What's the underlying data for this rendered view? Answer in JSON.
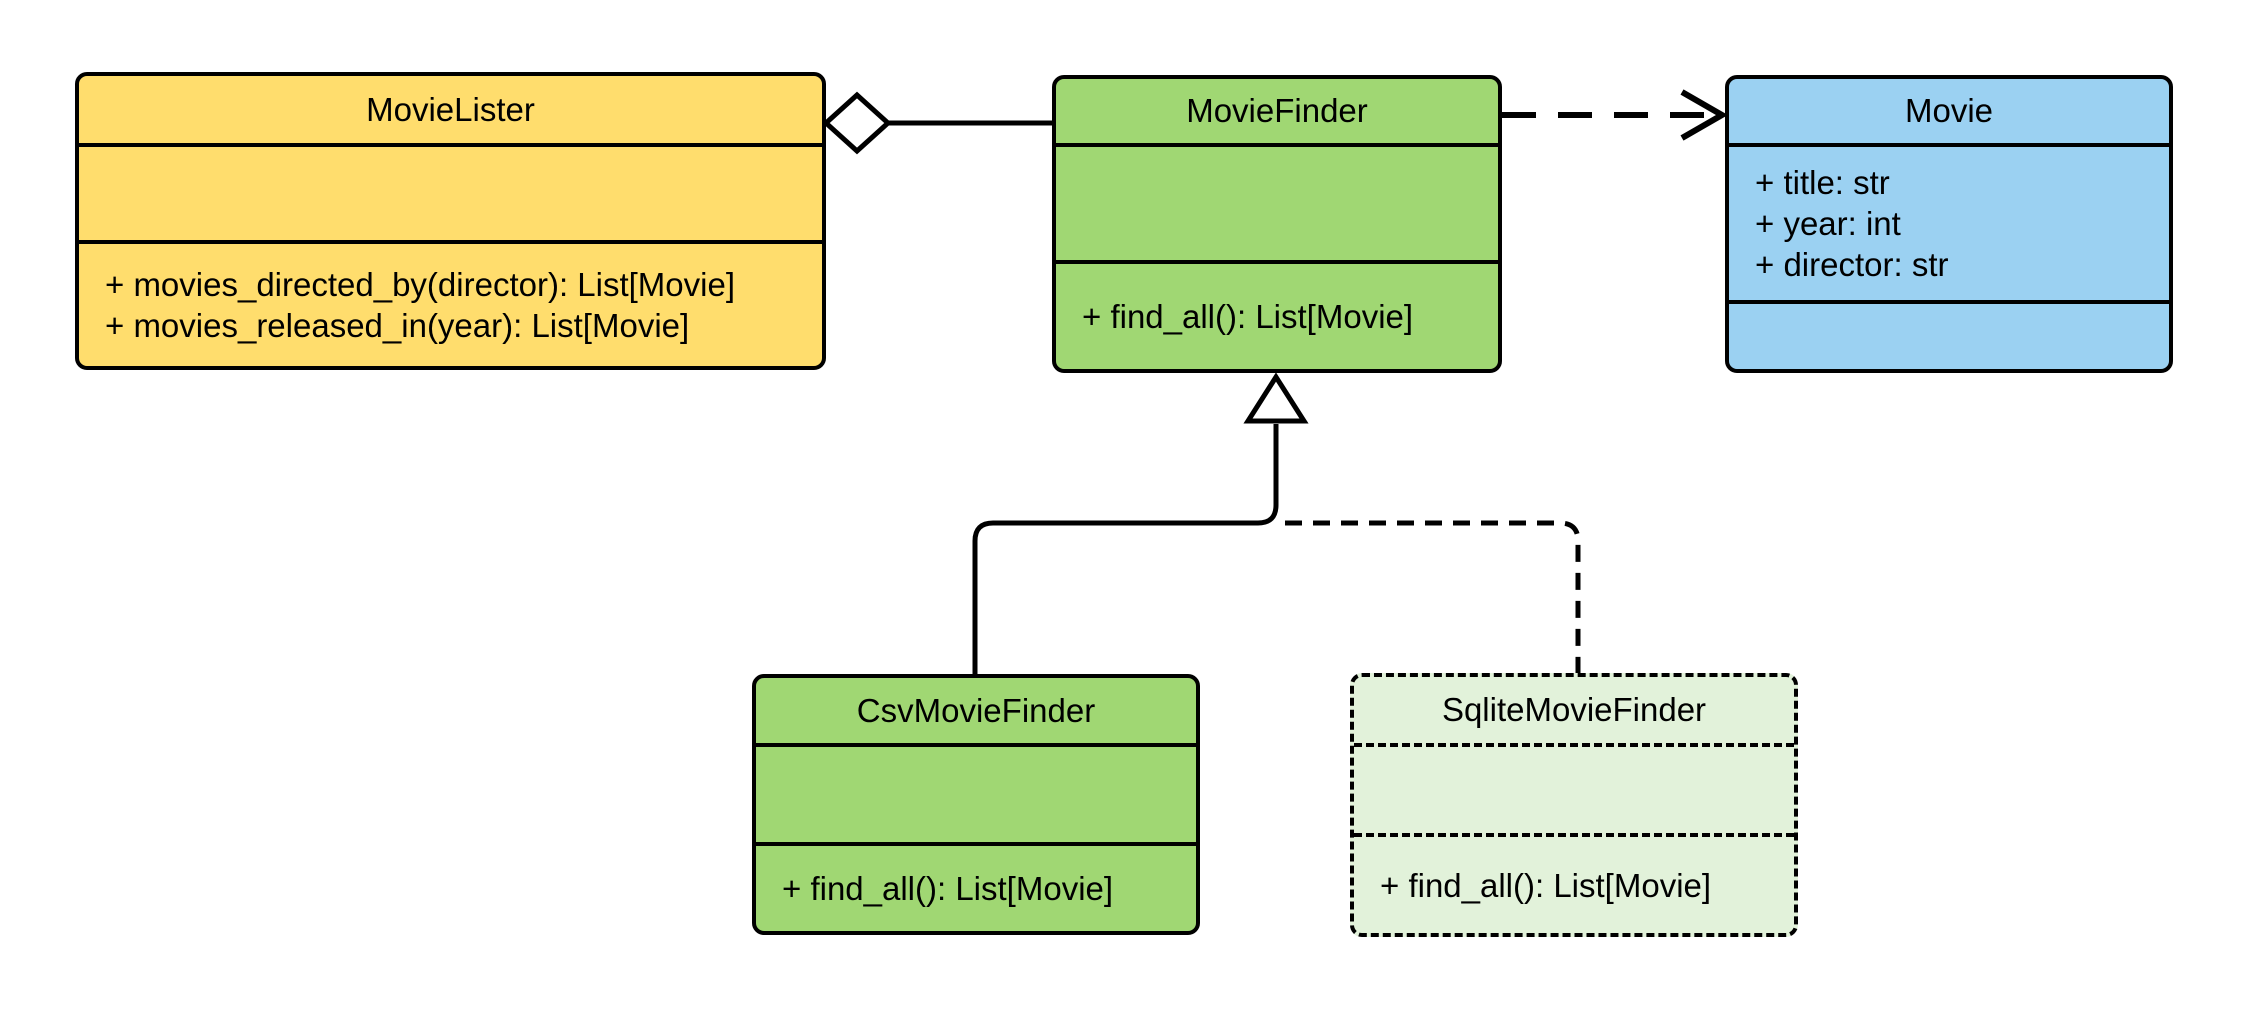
{
  "diagram": {
    "kind": "uml-class-diagram",
    "background_color": "#ffffff",
    "line_color": "#000000",
    "classes": [
      {
        "name": "MovieLister",
        "fill": "#FFDD6D",
        "border_style": "solid",
        "attributes": [],
        "methods": [
          "+ movies_directed_by(director): List[Movie]",
          "+ movies_released_in(year): List[Movie]"
        ]
      },
      {
        "name": "MovieFinder",
        "fill": "#A0D773",
        "border_style": "solid",
        "attributes": [],
        "methods": [
          "+ find_all(): List[Movie]"
        ]
      },
      {
        "name": "Movie",
        "fill": "#9BD1F2",
        "border_style": "solid",
        "attributes": [
          "+ title: str",
          "+ year: int",
          "+ director: str"
        ],
        "methods": []
      },
      {
        "name": "CsvMovieFinder",
        "fill": "#A0D773",
        "border_style": "solid",
        "attributes": [],
        "methods": [
          "+ find_all(): List[Movie]"
        ]
      },
      {
        "name": "SqliteMovieFinder",
        "fill": "#E2F2DA",
        "border_style": "dashed",
        "attributes": [],
        "methods": [
          "+ find_all(): List[Movie]"
        ]
      }
    ],
    "relationships": [
      {
        "type": "aggregation",
        "from": "MovieLister",
        "to": "MovieFinder",
        "line": "solid",
        "marker": "hollow-diamond-at-source"
      },
      {
        "type": "dependency",
        "from": "MovieFinder",
        "to": "Movie",
        "line": "dashed",
        "marker": "open-arrow-at-target"
      },
      {
        "type": "inheritance",
        "from": "CsvMovieFinder",
        "to": "MovieFinder",
        "line": "solid",
        "marker": "hollow-triangle-at-target"
      },
      {
        "type": "inheritance",
        "from": "SqliteMovieFinder",
        "to": "MovieFinder",
        "line": "dashed",
        "marker": "hollow-triangle-at-target"
      }
    ]
  }
}
